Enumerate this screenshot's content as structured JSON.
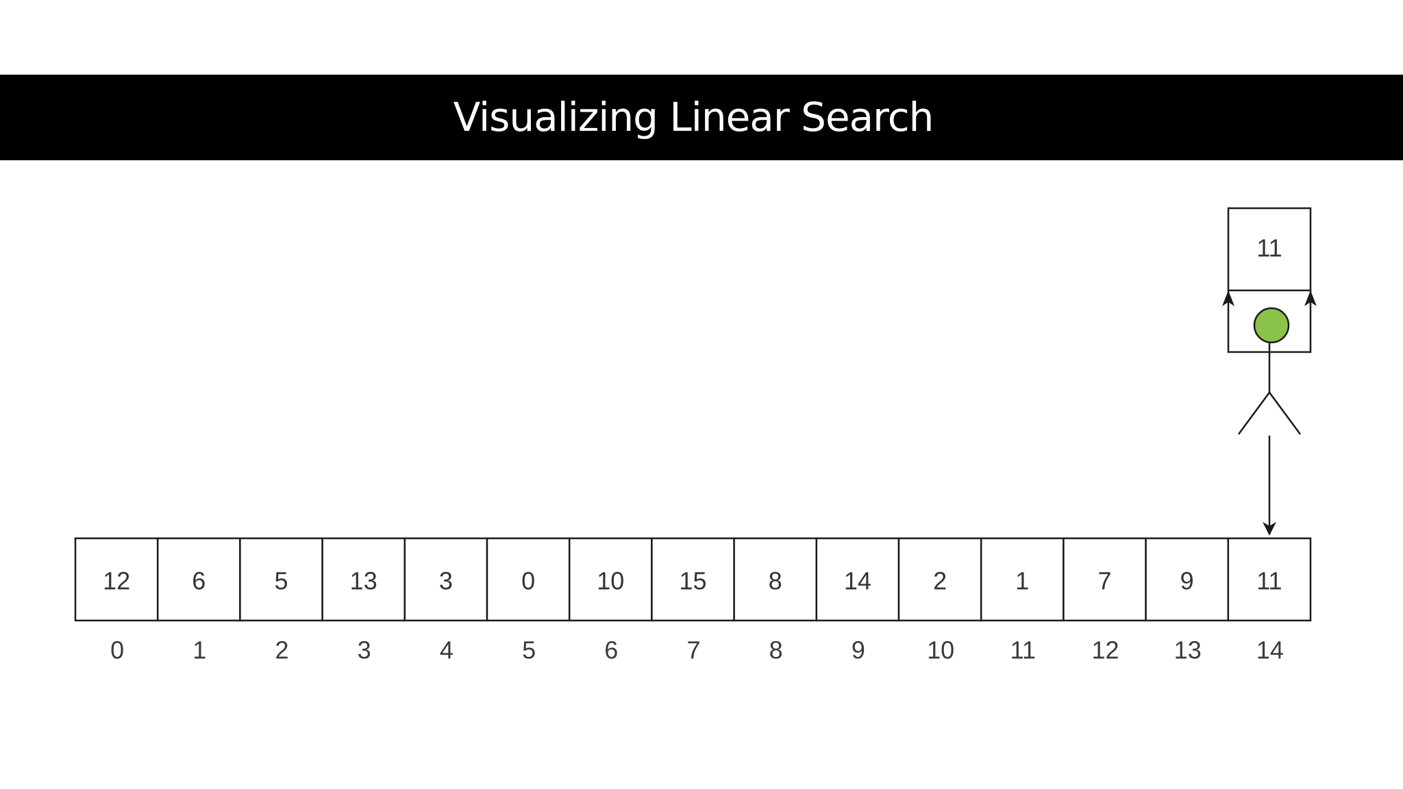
{
  "title": "Visualizing Linear Search",
  "array": {
    "values": [
      "12",
      "6",
      "5",
      "13",
      "3",
      "0",
      "10",
      "15",
      "8",
      "14",
      "2",
      "1",
      "7",
      "9",
      "11"
    ],
    "indices": [
      "0",
      "1",
      "2",
      "3",
      "4",
      "5",
      "6",
      "7",
      "8",
      "9",
      "10",
      "11",
      "12",
      "13",
      "14"
    ]
  },
  "search": {
    "target": "11",
    "current_index": 14
  },
  "colors": {
    "title_bar_bg": "#000000",
    "title_text": "#ffffff",
    "head_fill": "#8bc34a",
    "stroke": "#1a1a1a"
  },
  "icons": {
    "searcher": "stick-figure-icon",
    "pointer": "down-arrow-icon"
  }
}
